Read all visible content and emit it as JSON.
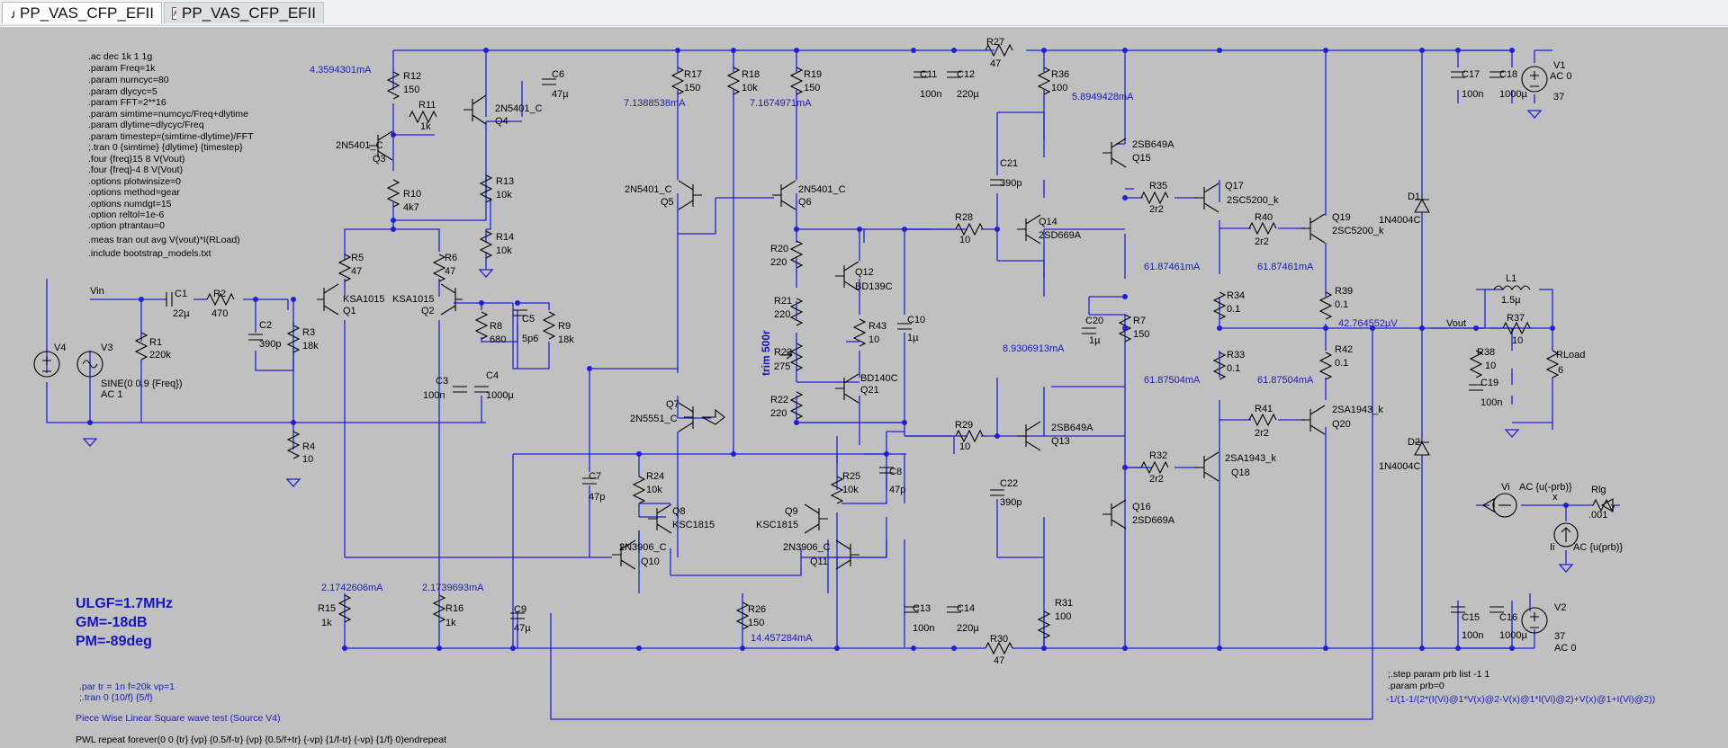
{
  "tabs": [
    {
      "label": "PP_VAS_CFP_EFII",
      "icon": "schematic-icon",
      "active": true
    },
    {
      "label": "PP_VAS_CFP_EFII",
      "icon": "waveform-icon",
      "active": false
    }
  ],
  "directives": [
    ".ac dec 1k 1 1g",
    ".param Freq=1k",
    ".param numcyc=80",
    ".param dlycyc=5",
    ".param FFT=2**16",
    ".param simtime=numcyc/Freq+dlytime",
    ".param dlytime=dlycyc/Freq",
    ".param timestep=(simtime-dlytime)/FFT",
    ";.tran 0 {simtime} {dlytime} {timestep}",
    ".four {freq}15 8 V(Vout)",
    ".four {freq}-4 8 V(Vout)",
    ".options plotwinsize=0",
    ".options method=gear",
    ".options numdgt=15",
    ".option reltol=1e-6",
    ".option ptrantau=0",
    ".meas tran out avg V(vout)*I(RLoad)",
    ".include bootstrap_models.txt"
  ],
  "results": {
    "ulgf": "ULGF=1.7MHz",
    "gm": "GM=-18dB",
    "pm": "PM=-89deg"
  },
  "bottom_text": {
    "par_tr": ".par tr = 1n f=20k vp=1",
    "tran": ";.tran 0 {10/f} {5/f}",
    "pwl_title": "Piece Wise Linear Square wave test (Source V4)",
    "pwl": "PWL repeat forever(0 0 {tr} {vp} {0.5/f-tr} {vp} {0.5/f+tr} {-vp} {1/f-tr} {-vp} {1/f} 0)endrepeat",
    "step": ";.step param prb list -1 1",
    "prb": ".param prb=0",
    "loopgain": "-1/(1-1/(2*(I(Vi)@1*V(x)@2-V(x)@1*I(Vi)@2)+V(x)@1+I(Vi)@2))"
  },
  "op_points": {
    "q4_current": "4.3594301mA",
    "r17_current": "7.1388538mA",
    "r19_current": "7.1674971mA",
    "q15_current": "5.8949428mA",
    "q17_current": "61.87461mA",
    "q19_current": "61.87461mA",
    "vout_offset": "42.764552µV",
    "r7_current": "8.9306913mA",
    "q18_current": "61.87504mA",
    "q20_current": "61.87504mA",
    "r15_current": "2.1742606mA",
    "r16_current": "2.1739693mA",
    "r26_current": "14.457284mA"
  },
  "nets": {
    "vin": "Vin",
    "vout": "Vout",
    "trim": "trim 500r",
    "x": "x"
  },
  "components": {
    "r1": {
      "name": "R1",
      "value": "220k"
    },
    "r2": {
      "name": "R2",
      "value": "470"
    },
    "r3": {
      "name": "R3",
      "value": "18k"
    },
    "r4": {
      "name": "R4",
      "value": "10"
    },
    "r5": {
      "name": "R5",
      "value": "47"
    },
    "r6": {
      "name": "R6",
      "value": "47"
    },
    "r7": {
      "name": "R7",
      "value": "150"
    },
    "r8": {
      "name": "R8",
      "value": "680"
    },
    "r9": {
      "name": "R9",
      "value": "18k"
    },
    "r10": {
      "name": "R10",
      "value": "4k7"
    },
    "r11": {
      "name": "R11",
      "value": "1k"
    },
    "r12": {
      "name": "R12",
      "value": "150"
    },
    "r13": {
      "name": "R13",
      "value": "10k"
    },
    "r14": {
      "name": "R14",
      "value": "10k"
    },
    "r15": {
      "name": "R15",
      "value": "1k"
    },
    "r16": {
      "name": "R16",
      "value": "1k"
    },
    "r17": {
      "name": "R17",
      "value": "150"
    },
    "r18": {
      "name": "R18",
      "value": "10k"
    },
    "r19": {
      "name": "R19",
      "value": "150"
    },
    "r20": {
      "name": "R20",
      "value": "220"
    },
    "r21": {
      "name": "R21",
      "value": "220"
    },
    "r22": {
      "name": "R22",
      "value": "220"
    },
    "r23": {
      "name": "R23",
      "value": "275"
    },
    "r24": {
      "name": "R24",
      "value": "10k"
    },
    "r25": {
      "name": "R25",
      "value": "10k"
    },
    "r26": {
      "name": "R26",
      "value": "150"
    },
    "r27": {
      "name": "R27",
      "value": "47"
    },
    "r28": {
      "name": "R28",
      "value": "10"
    },
    "r29": {
      "name": "R29",
      "value": "10"
    },
    "r30": {
      "name": "R30",
      "value": "47"
    },
    "r31": {
      "name": "R31",
      "value": "100"
    },
    "r32": {
      "name": "R32",
      "value": "2r2"
    },
    "r33": {
      "name": "R33",
      "value": "0.1"
    },
    "r34": {
      "name": "R34",
      "value": "0.1"
    },
    "r35": {
      "name": "R35",
      "value": "2r2"
    },
    "r36": {
      "name": "R36",
      "value": "100"
    },
    "r37": {
      "name": "R37",
      "value": "10"
    },
    "r38": {
      "name": "R38",
      "value": "10"
    },
    "r39": {
      "name": "R39",
      "value": "0.1"
    },
    "r40": {
      "name": "R40",
      "value": "2r2"
    },
    "r41": {
      "name": "R41",
      "value": "2r2"
    },
    "r42": {
      "name": "R42",
      "value": "0.1"
    },
    "r43": {
      "name": "R43",
      "value": "10"
    },
    "rload": {
      "name": "RLoad",
      "value": "6"
    },
    "rlg": {
      "name": "Rlg",
      "value": ".001"
    },
    "c1": {
      "name": "C1",
      "value": "22µ"
    },
    "c2": {
      "name": "C2",
      "value": "390p"
    },
    "c3": {
      "name": "C3",
      "value": "100n"
    },
    "c4": {
      "name": "C4",
      "value": "1000µ"
    },
    "c5": {
      "name": "C5",
      "value": "5p6"
    },
    "c6": {
      "name": "C6",
      "value": "47µ"
    },
    "c7": {
      "name": "C7",
      "value": "47p"
    },
    "c8": {
      "name": "C8",
      "value": "47p"
    },
    "c9": {
      "name": "C9",
      "value": "47µ"
    },
    "c10": {
      "name": "C10",
      "value": "1µ"
    },
    "c11": {
      "name": "C11",
      "value": "100n"
    },
    "c12": {
      "name": "C12",
      "value": "220µ"
    },
    "c13": {
      "name": "C13",
      "value": "100n"
    },
    "c14": {
      "name": "C14",
      "value": "220µ"
    },
    "c15": {
      "name": "C15",
      "value": "100n"
    },
    "c16": {
      "name": "C16",
      "value": "1000µ"
    },
    "c17": {
      "name": "C17",
      "value": "100n"
    },
    "c18": {
      "name": "C18",
      "value": "1000µ"
    },
    "c19": {
      "name": "C19",
      "value": "100n"
    },
    "c20": {
      "name": "C20",
      "value": "1µ"
    },
    "c21": {
      "name": "C21",
      "value": "390p"
    },
    "c22": {
      "name": "C22",
      "value": "390p"
    },
    "l1": {
      "name": "L1",
      "value": "1.5µ"
    },
    "d1": {
      "name": "D1",
      "value": "1N4004C"
    },
    "d2": {
      "name": "D2",
      "value": "1N4004C"
    },
    "q1": {
      "name": "Q1",
      "value": "KSA1015"
    },
    "q2": {
      "name": "Q2",
      "value": "KSA1015"
    },
    "q3": {
      "name": "Q3",
      "value": "2N5401_C"
    },
    "q4": {
      "name": "Q4",
      "value": "2N5401_C"
    },
    "q5": {
      "name": "Q5",
      "value": "2N5401_C"
    },
    "q6": {
      "name": "Q6",
      "value": "2N5401_C"
    },
    "q7": {
      "name": "Q7",
      "value": "2N5551_C"
    },
    "q8": {
      "name": "Q8",
      "value": "KSC1815"
    },
    "q9": {
      "name": "Q9",
      "value": "KSC1815"
    },
    "q10": {
      "name": "Q10",
      "value": "2N3906_C"
    },
    "q11": {
      "name": "Q11",
      "value": "2N3906_C"
    },
    "q12": {
      "name": "Q12",
      "value": "BD139C"
    },
    "q13": {
      "name": "Q13",
      "value": "2SB649A"
    },
    "q14": {
      "name": "Q14",
      "value": "2SD669A"
    },
    "q15": {
      "name": "Q15",
      "value": "2SB649A"
    },
    "q16": {
      "name": "Q16",
      "value": "2SD669A"
    },
    "q17": {
      "name": "Q17",
      "value": "2SC5200_k"
    },
    "q18": {
      "name": "Q18",
      "value": "2SA1943_k"
    },
    "q19": {
      "name": "Q19",
      "value": "2SC5200_k"
    },
    "q20": {
      "name": "Q20",
      "value": "2SA1943_k"
    },
    "q21": {
      "name": "Q21",
      "value": "BD140C"
    },
    "v1": {
      "name": "V1",
      "value": "AC 0",
      "value2": "37"
    },
    "v2": {
      "name": "V2",
      "value": "37",
      "value2": "AC 0"
    },
    "v3": {
      "name": "V3",
      "value": "SINE(0 0.9 {Freq})",
      "value2": "AC 1"
    },
    "v4": {
      "name": "V4"
    },
    "vi": {
      "name": "Vi",
      "value": "AC {u(-prb)}"
    },
    "ii": {
      "name": "Ii",
      "value": "AC {u(prb)}"
    }
  }
}
